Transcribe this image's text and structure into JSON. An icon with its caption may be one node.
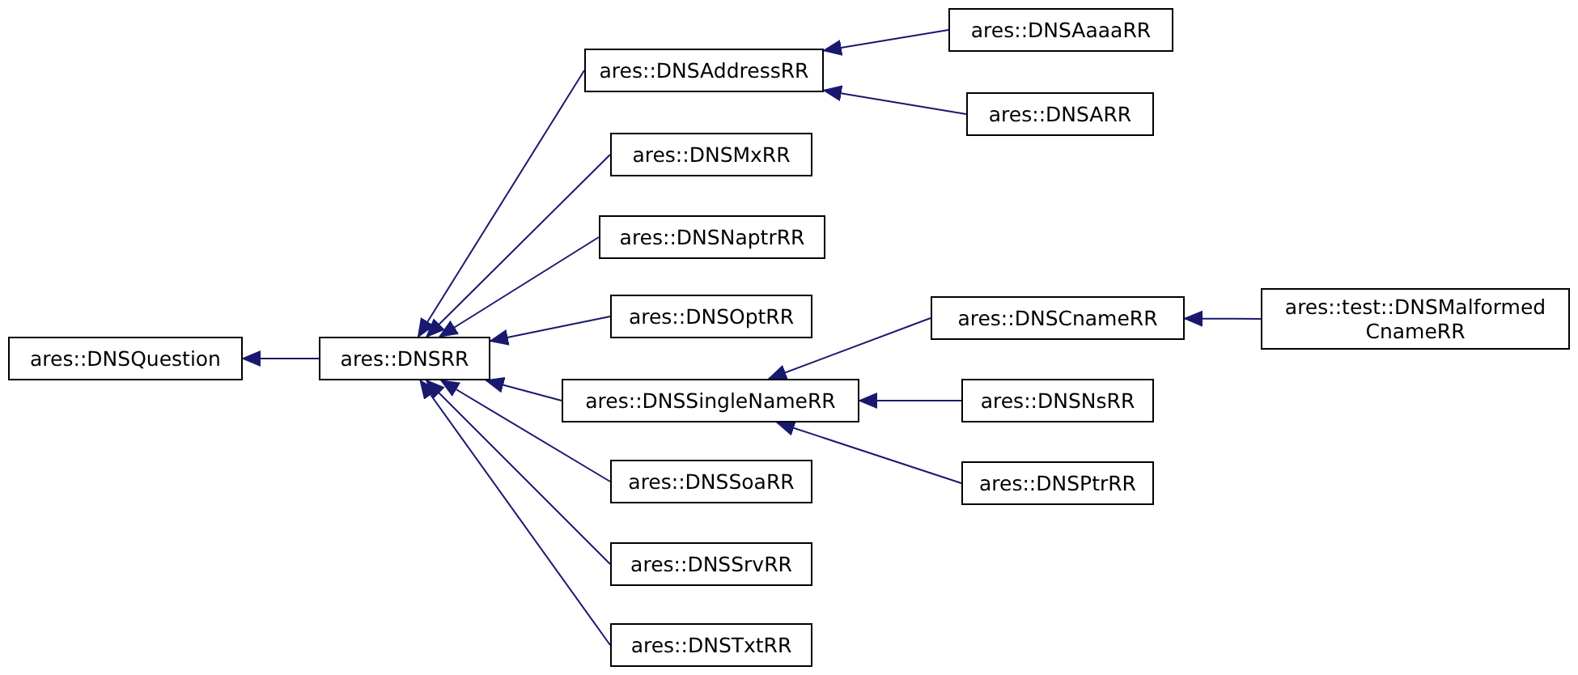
{
  "diagram": {
    "nodes": [
      {
        "text": [
          "ares::DNSQuestion"
        ]
      },
      {
        "text": [
          "ares::DNSRR"
        ]
      },
      {
        "text": [
          "ares::DNSAddressRR"
        ]
      },
      {
        "text": [
          "ares::DNSMxRR"
        ]
      },
      {
        "text": [
          "ares::DNSNaptrRR"
        ]
      },
      {
        "text": [
          "ares::DNSOptRR"
        ]
      },
      {
        "text": [
          "ares::DNSSingleNameRR"
        ]
      },
      {
        "text": [
          "ares::DNSSoaRR"
        ]
      },
      {
        "text": [
          "ares::DNSSrvRR"
        ]
      },
      {
        "text": [
          "ares::DNSTxtRR"
        ]
      },
      {
        "text": [
          "ares::DNSAaaaRR"
        ]
      },
      {
        "text": [
          "ares::DNSARR"
        ]
      },
      {
        "text": [
          "ares::DNSCnameRR"
        ]
      },
      {
        "text": [
          "ares::DNSNsRR"
        ]
      },
      {
        "text": [
          "ares::DNSPtrRR"
        ]
      },
      {
        "text": [
          "ares::test::DNSMalformed CnameRR"
        ]
      }
    ],
    "edges": [
      {
        "from": 1,
        "to": 0,
        "arrow": "to"
      },
      {
        "from": 2,
        "to": 1,
        "arrow": "to"
      },
      {
        "from": 3,
        "to": 1,
        "arrow": "to"
      },
      {
        "from": 4,
        "to": 1,
        "arrow": "to"
      },
      {
        "from": 5,
        "to": 1,
        "arrow": "to"
      },
      {
        "from": 6,
        "to": 1,
        "arrow": "to"
      },
      {
        "from": 7,
        "to": 1,
        "arrow": "to"
      },
      {
        "from": 8,
        "to": 1,
        "arrow": "to"
      },
      {
        "from": 9,
        "to": 1,
        "arrow": "to"
      },
      {
        "from": 10,
        "to": 2,
        "arrow": "to"
      },
      {
        "from": 11,
        "to": 2,
        "arrow": "to"
      },
      {
        "from": 12,
        "to": 6,
        "arrow": "to"
      },
      {
        "from": 13,
        "to": 6,
        "arrow": "to"
      },
      {
        "from": 14,
        "to": 6,
        "arrow": "to"
      },
      {
        "from": 15,
        "to": 12,
        "arrow": "to"
      }
    ]
  }
}
